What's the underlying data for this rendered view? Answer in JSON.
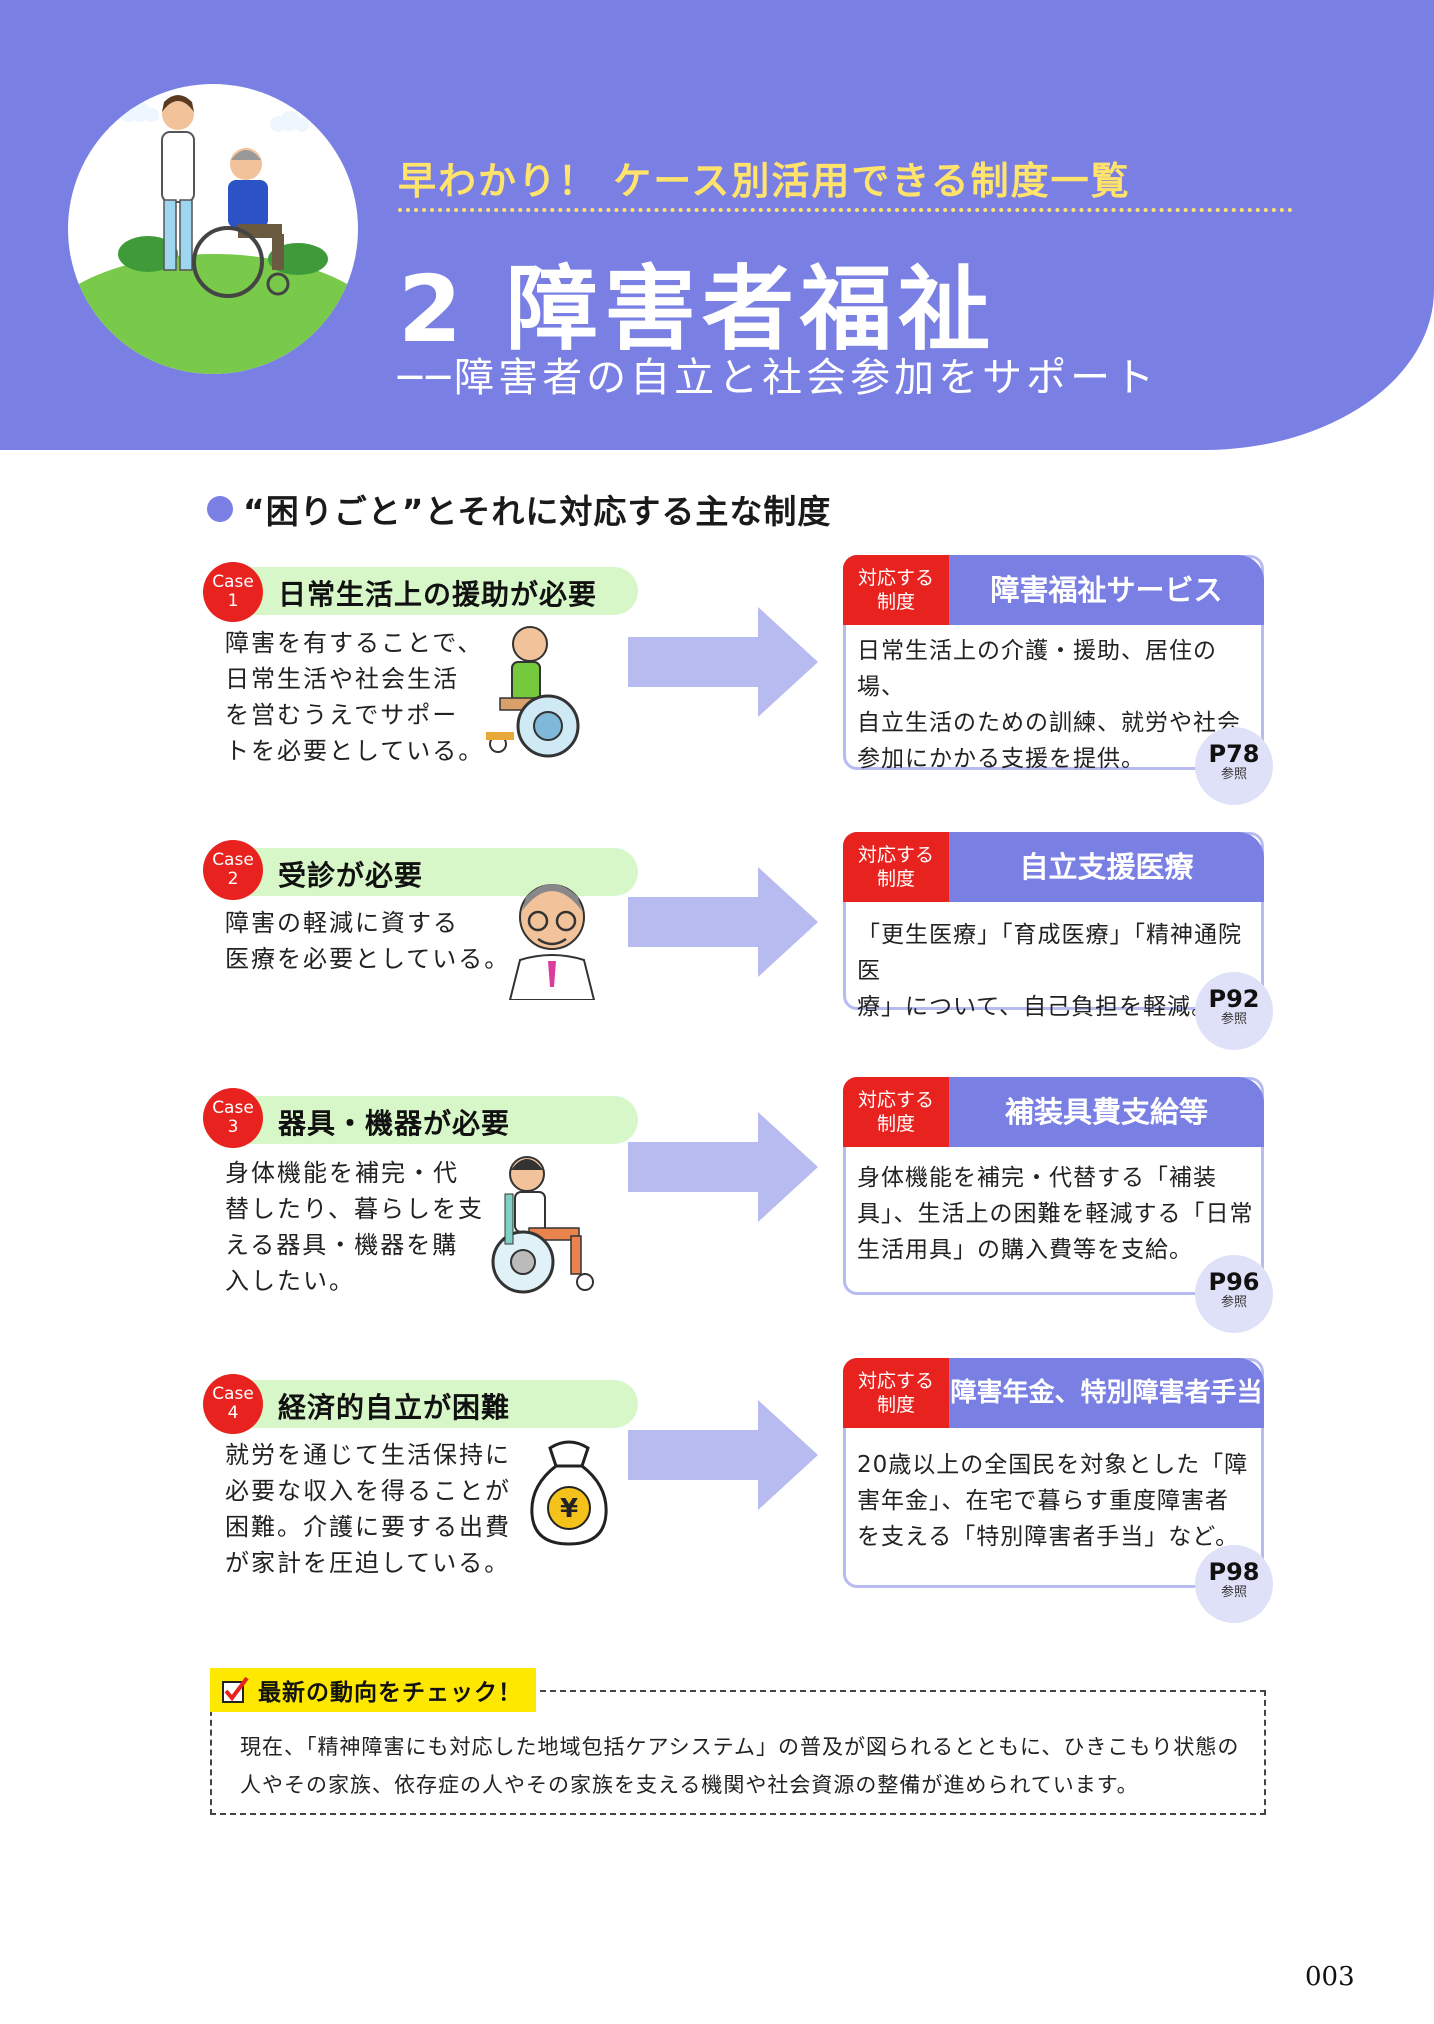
{
  "header": {
    "kicker": "早わかり！ ケース別活用できる制度一覧",
    "title": "2 障害者福祉",
    "subtitle": "──障害者の自立と社会参加をサポート"
  },
  "section": {
    "title": "“困りごと”とそれに対応する主な制度"
  },
  "cases": [
    {
      "badge_word": "Case",
      "badge_num": "1",
      "title": "日常生活上の援助が必要",
      "desc": [
        "障害を有することで、",
        "日常生活や社会生活",
        "を営むうえでサポー",
        "トを必要としている。"
      ],
      "system_label": [
        "対応する",
        "制度"
      ],
      "system_name": "障害福祉サービス",
      "system_desc": [
        "日常生活上の介護・援助、居住の場、",
        "自立生活のための訓練、就労や社会",
        "参加にかかる支援を提供。"
      ],
      "page": "P78",
      "ref": "参照"
    },
    {
      "badge_word": "Case",
      "badge_num": "2",
      "title": "受診が必要",
      "desc": [
        "障害の軽減に資する",
        "医療を必要としている。"
      ],
      "system_label": [
        "対応する",
        "制度"
      ],
      "system_name": "自立支援医療",
      "system_desc": [
        "「更生医療」「育成医療」「精神通院医",
        "療」について、自己負担を軽減。"
      ],
      "page": "P92",
      "ref": "参照"
    },
    {
      "badge_word": "Case",
      "badge_num": "3",
      "title": "器具・機器が必要",
      "desc": [
        "身体機能を補完・代",
        "替したり、暮らしを支",
        "える器具・機器を購",
        "入したい。"
      ],
      "system_label": [
        "対応する",
        "制度"
      ],
      "system_name": "補装具費支給等",
      "system_desc": [
        "身体機能を補完・代替する「補装",
        "具」、生活上の困難を軽減する「日常",
        "生活用具」の購入費等を支給。"
      ],
      "page": "P96",
      "ref": "参照"
    },
    {
      "badge_word": "Case",
      "badge_num": "4",
      "title": "経済的自立が困難",
      "desc": [
        "就労を通じて生活保持に",
        "必要な収入を得ることが",
        "困難。介護に要する出費",
        "が家計を圧迫している。"
      ],
      "system_label": [
        "対応する",
        "制度"
      ],
      "system_name": "障害年金、特別障害者手当",
      "system_desc": [
        "20歳以上の全国民を対象とした「障",
        "害年金」、在宅で暮らす重度障害者",
        "を支える「特別障害者手当」など。"
      ],
      "page": "P98",
      "ref": "参照"
    }
  ],
  "check": {
    "label": "最新の動向をチェック！",
    "text": [
      "現在、「精神障害にも対応した地域包括ケアシステム」の普及が図られるとともに、ひきこもり状態の",
      "人やその家族、依存症の人やその家族を支える機関や社会資源の整備が進められています。"
    ]
  },
  "page_number": "003",
  "icons": {
    "header": "caregiver-wheelchair-illustration",
    "case1": "wheelchair-user-icon",
    "case2": "doctor-icon",
    "case3": "wheelchair-icon",
    "case4": "yen-money-bag-icon",
    "check": "checkbox-check-icon"
  },
  "colors": {
    "accent": "#7a7fe4",
    "red": "#e8231f",
    "green_bar": "#d7f7c9",
    "yellow": "#ffe800",
    "kicker": "#ffe36b"
  }
}
